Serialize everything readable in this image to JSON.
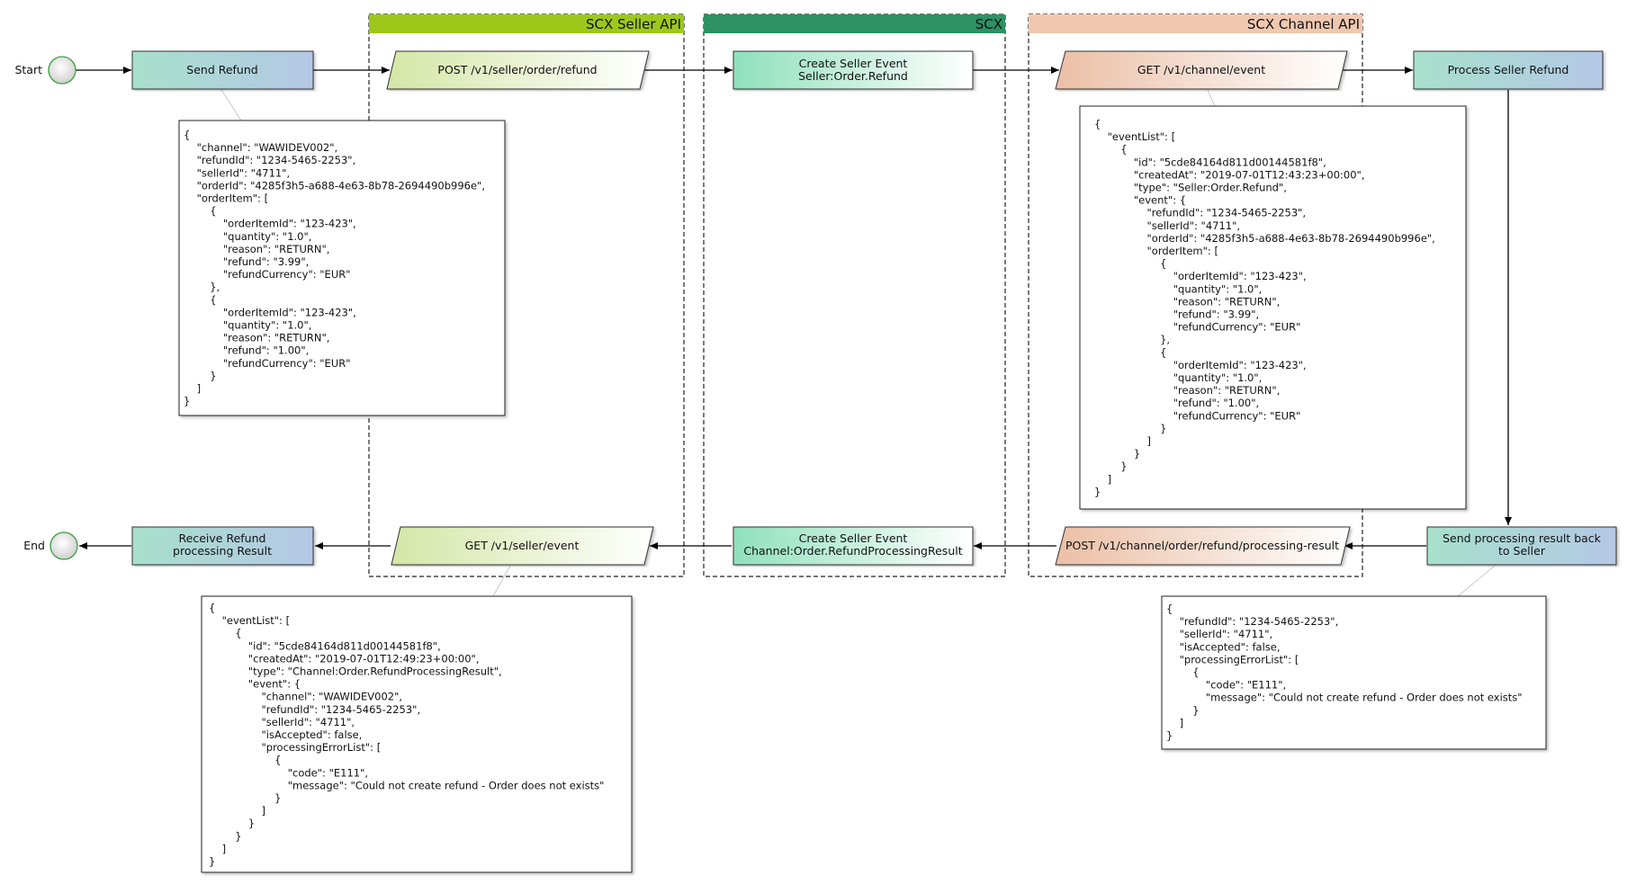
{
  "colors": {
    "seller_api_header": "#9dc81a",
    "scx_header": "#2e9165",
    "channel_api_header": "#f0c8b0",
    "task_from": "#a8e0cc",
    "task_to": "#b4c8e6",
    "green_io_from": "#d4e6a6",
    "scx_node_from": "#8fe0bc",
    "channel_io_from": "#ebbfa6"
  },
  "lanes": {
    "seller_api": "SCX Seller API",
    "scx": "SCX",
    "channel_api": "SCX Channel API"
  },
  "events": {
    "start": "Start",
    "end": "End"
  },
  "nodes": {
    "send_refund": "Send Refund",
    "post_seller_refund": "POST /v1/seller/order/refund",
    "create_event_refund": [
      "Create Seller Event",
      "Seller:Order.Refund"
    ],
    "get_channel_event": "GET /v1/channel/event",
    "process_seller_refund": "Process Seller Refund",
    "send_processing_result": [
      "Send processing result back",
      "to Seller"
    ],
    "post_channel_processing": "POST /v1/channel/order/refund/processing-result",
    "create_event_processing": [
      "Create Seller Event",
      "Channel:Order.RefundProcessingResult"
    ],
    "get_seller_event": "GET /v1/seller/event",
    "receive_refund": [
      "Receive Refund",
      "processing Result"
    ]
  },
  "notes": {
    "send_refund_payload": [
      "{",
      "    \"channel\": \"WAWIDEV002\",",
      "    \"refundId\": \"1234-5465-2253\",",
      "    \"sellerId\": \"4711\",",
      "    \"orderId\": \"4285f3h5-a688-4e63-8b78-2694490b996e\",",
      "    \"orderItem\": [",
      "        {",
      "            \"orderItemId\": \"123-423\",",
      "            \"quantity\": \"1.0\",",
      "            \"reason\": \"RETURN\",",
      "            \"refund\": \"3.99\",",
      "            \"refundCurrency\": \"EUR\"",
      "        },",
      "        {",
      "            \"orderItemId\": \"123-423\",",
      "            \"quantity\": \"1.0\",",
      "            \"reason\": \"RETURN\",",
      "            \"refund\": \"1.00\",",
      "            \"refundCurrency\": \"EUR\"",
      "        }",
      "    ]",
      "}"
    ],
    "channel_event_payload": [
      "{",
      "    \"eventList\": [",
      "        {",
      "            \"id\": \"5cde84164d811d00144581f8\",",
      "            \"createdAt\": \"2019-07-01T12:43:23+00:00\",",
      "            \"type\": \"Seller:Order.Refund\",",
      "            \"event\": {",
      "                \"refundId\": \"1234-5465-2253\",",
      "                \"sellerId\": \"4711\",",
      "                \"orderId\": \"4285f3h5-a688-4e63-8b78-2694490b996e\",",
      "                \"orderItem\": [",
      "                    {",
      "                        \"orderItemId\": \"123-423\",",
      "                        \"quantity\": \"1.0\",",
      "                        \"reason\": \"RETURN\",",
      "                        \"refund\": \"3.99\",",
      "                        \"refundCurrency\": \"EUR\"",
      "                    },",
      "                    {",
      "                        \"orderItemId\": \"123-423\",",
      "                        \"quantity\": \"1.0\",",
      "                        \"reason\": \"RETURN\",",
      "                        \"refund\": \"1.00\",",
      "                        \"refundCurrency\": \"EUR\"",
      "                    }",
      "                ]",
      "            }",
      "        }",
      "    ]",
      "}"
    ],
    "seller_event_payload": [
      "{",
      "    \"eventList\": [",
      "        {",
      "            \"id\": \"5cde84164d811d00144581f8\",",
      "            \"createdAt\": \"2019-07-01T12:49:23+00:00\",",
      "            \"type\": \"Channel:Order.RefundProcessingResult\",",
      "            \"event\": {",
      "                \"channel\": \"WAWIDEV002\",",
      "                \"refundId\": \"1234-5465-2253\",",
      "                \"sellerId\": \"4711\",",
      "                \"isAccepted\": false,",
      "                \"processingErrorList\": [",
      "                    {",
      "                        \"code\": \"E111\",",
      "                        \"message\": \"Could not create refund - Order does not exists\"",
      "                    }",
      "                ]",
      "            }",
      "        }",
      "    ]",
      "}"
    ],
    "processing_result_payload": [
      "{",
      "    \"refundId\": \"1234-5465-2253\",",
      "    \"sellerId\": \"4711\",",
      "    \"isAccepted\": false,",
      "    \"processingErrorList\": [",
      "        {",
      "            \"code\": \"E111\",",
      "            \"message\": \"Could not create refund - Order does not exists\"",
      "        }",
      "    ]",
      "}"
    ]
  }
}
